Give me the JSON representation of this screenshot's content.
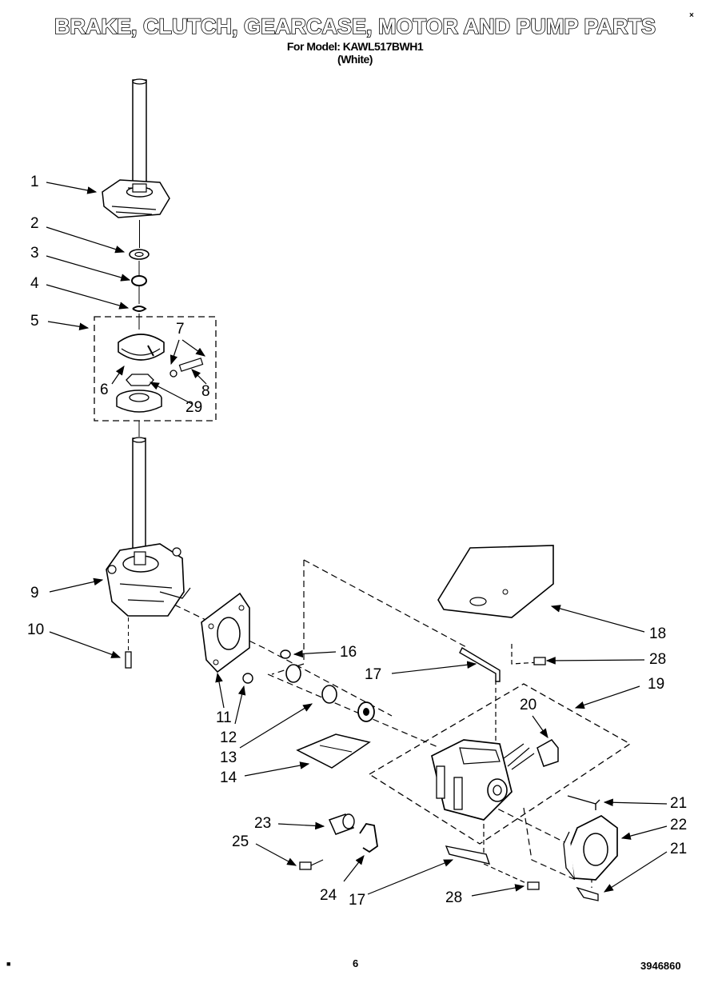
{
  "header": {
    "title": "BRAKE, CLUTCH, GEARCASE, MOTOR AND PUMP PARTS",
    "model_line": "For Model: KAWL517BWH1",
    "color_line": "(White)"
  },
  "callouts": [
    "1",
    "2",
    "3",
    "4",
    "5",
    "6",
    "7",
    "8",
    "29",
    "9",
    "10",
    "16",
    "11",
    "12",
    "13",
    "14",
    "17",
    "18",
    "28",
    "19",
    "20",
    "21",
    "22",
    "21",
    "23",
    "25",
    "24",
    "17",
    "28"
  ],
  "footer": {
    "page_number": "6",
    "doc_number": "3946860"
  }
}
